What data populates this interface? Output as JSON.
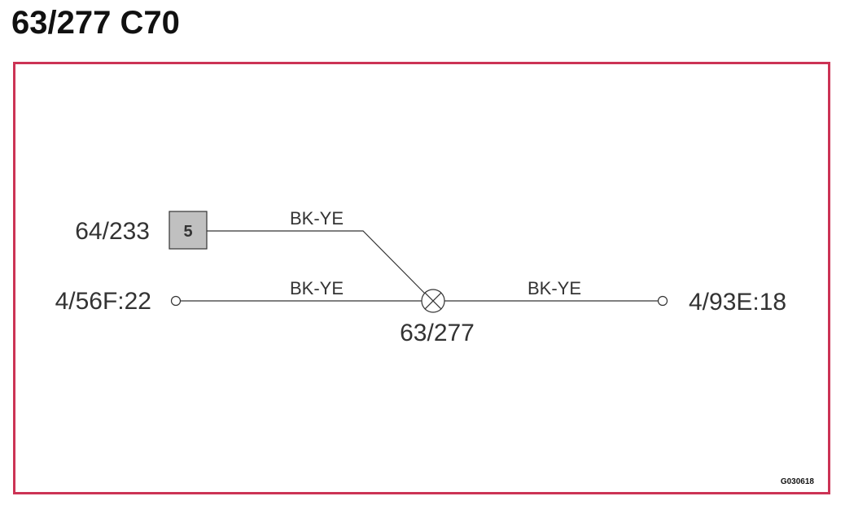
{
  "title": "63/277 C70",
  "colors": {
    "frame": "#cc3355",
    "wire": "#333333",
    "connector_fill": "#c0c0c0",
    "text": "#333333"
  },
  "diagram": {
    "connector": {
      "label": "64/233",
      "pin": "5",
      "icon": "square-connector-icon"
    },
    "splice": {
      "label": "63/277",
      "icon": "circle-cross-splice-icon"
    },
    "left_terminal": {
      "label": "4/56F:22",
      "icon": "open-circle-terminal-icon"
    },
    "right_terminal": {
      "label": "4/93E:18",
      "icon": "open-circle-terminal-icon"
    },
    "wires": [
      {
        "id": "connector-to-splice",
        "color": "BK-YE"
      },
      {
        "id": "left-to-splice",
        "color": "BK-YE"
      },
      {
        "id": "splice-to-right",
        "color": "BK-YE"
      }
    ],
    "figure_code": "G030618"
  }
}
